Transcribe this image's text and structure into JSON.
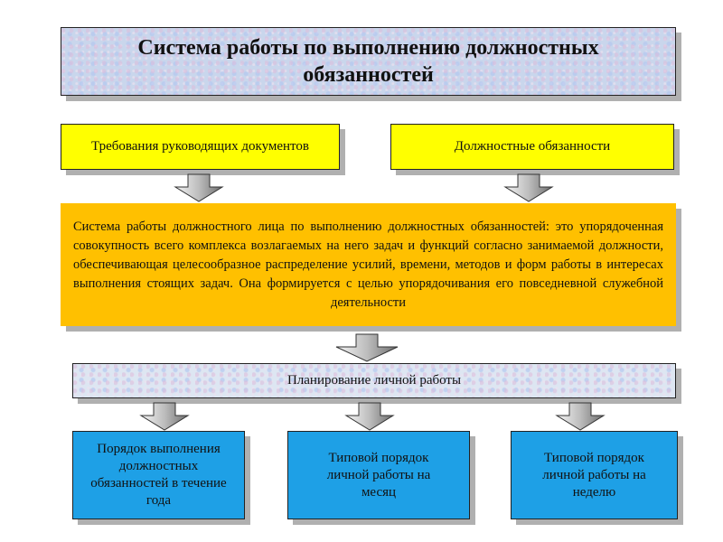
{
  "title": "Система работы по выполнению должностных обязанностей",
  "inputs": [
    "Требования руководящих документов",
    "Должностные обязанности"
  ],
  "definition": "Система работы должностного лица по выполнению должностных обязанностей: это упорядоченная совокупность всего комплекса возлагаемых на него задач и функций согласно занимаемой должности, обеспечивающая целесообразное распределение усилий, времени, методов и форм работы в интересах выполнения стоящих задач. Она формируется с целью упорядочивания его повседневной служебной деятельности",
  "planning": "Планирование личной работы",
  "outputs": [
    "Порядок выполнения должностных обязанностей в течение года",
    "Типовой порядок личной работы на месяц",
    "Типовой порядок личной работы на неделю"
  ],
  "colors": {
    "yellow": "#ffff00",
    "orange": "#ffc000",
    "blue": "#1ea0e6"
  }
}
